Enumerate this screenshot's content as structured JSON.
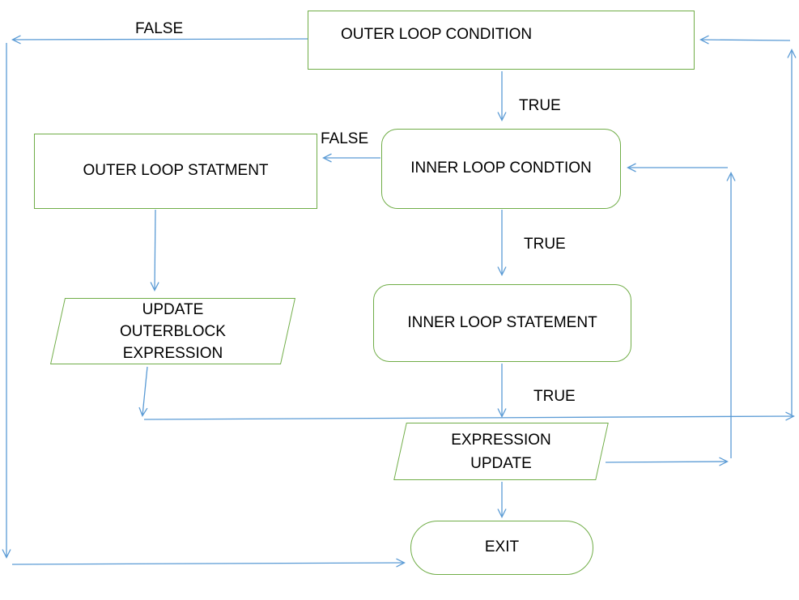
{
  "diagram": {
    "type": "flowchart",
    "nodes": {
      "outer_loop_condition": {
        "label": "OUTER LOOP CONDITION",
        "shape": "rectangle"
      },
      "inner_loop_condition": {
        "label": "INNER LOOP CONDTION",
        "shape": "rounded-rectangle"
      },
      "outer_loop_statement": {
        "label": "OUTER LOOP STATMENT",
        "shape": "rectangle"
      },
      "inner_loop_statement": {
        "label": "INNER LOOP STATEMENT",
        "shape": "rounded-rectangle"
      },
      "update_outerblock_expression": {
        "shape": "parallelogram",
        "label_lines": [
          "UPDATE",
          "OUTERBLOCK",
          "EXPRESSION"
        ]
      },
      "expression_update": {
        "shape": "parallelogram",
        "label_lines": [
          "EXPRESSION",
          "UPDATE"
        ]
      },
      "exit": {
        "label": "EXIT",
        "shape": "terminator"
      }
    },
    "edge_labels": {
      "outer_condition_true": "TRUE",
      "outer_condition_false": "FALSE",
      "inner_condition_false": "FALSE",
      "inner_condition_true": "TRUE",
      "inner_statement_true": "TRUE"
    },
    "colors": {
      "node_border": "#70AD47",
      "arrow": "#5B9BD5",
      "text": "#000000",
      "background": "#FFFFFF"
    }
  }
}
